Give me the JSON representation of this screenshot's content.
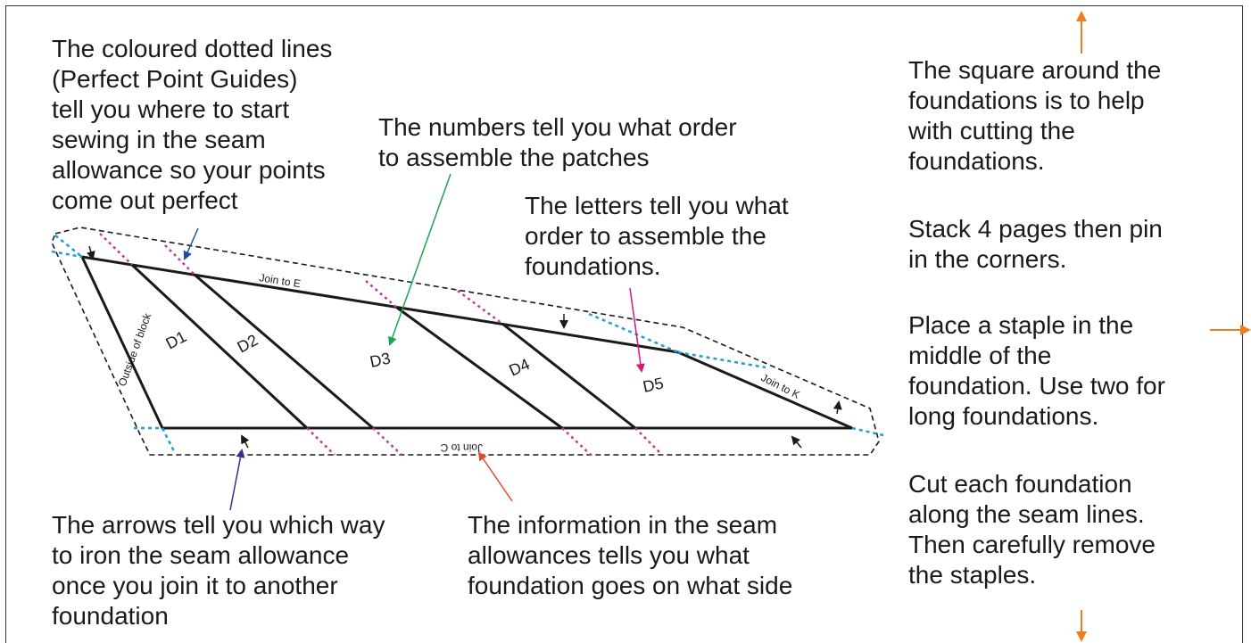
{
  "notes": {
    "guides": "The coloured dotted lines\n(Perfect Point Guides)\ntell you where to start\nsewing in the seam\nallowance so your points\ncome out perfect",
    "numbers": "The numbers tell you what order\nto assemble the patches",
    "letters": "The letters tell you what\norder to assemble the\nfoundations.",
    "arrows": "The arrows tell you which way\nto iron the seam allowance\nonce you join it to another\nfoundation",
    "seam_info": "The information in the seam\nallowances tells you what\nfoundation goes on what side",
    "square": "The square around the\nfoundations is to help\nwith cutting the\nfoundations.",
    "stack": "Stack 4 pages then pin\nin the corners.",
    "staple": "Place a staple in the\nmiddle of the\nfoundation. Use two for\nlong foundations.",
    "cut": "Cut each foundation\nalong the seam lines.\nThen carefully remove\nthe staples."
  },
  "patches": [
    "D1",
    "D2",
    "D3",
    "D4",
    "D5"
  ],
  "seam_labels": {
    "top": "Join to E",
    "right": "Join to K",
    "bottom": "Join to C",
    "left": "Outside of block"
  },
  "colors": {
    "outline": "#1a1a1a",
    "guide_pink": "#c0399a",
    "guide_cyan": "#1a9fd6",
    "arrow_blue": "#1f4ea0",
    "arrow_green": "#17a653",
    "arrow_magenta": "#d6177a",
    "arrow_navy": "#3b2c8f",
    "arrow_red": "#e04a32",
    "arrow_orange": "#f07d22"
  }
}
